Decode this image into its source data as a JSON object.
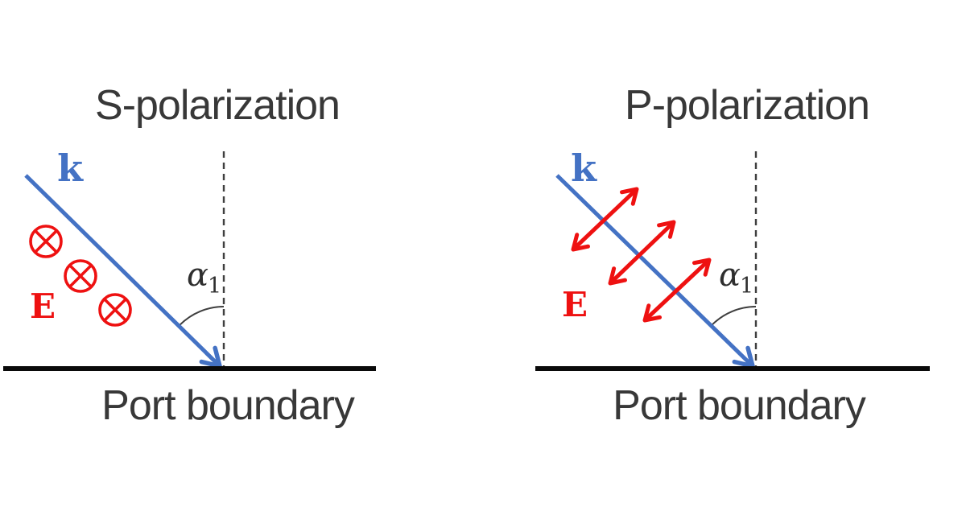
{
  "figure": {
    "background_color": "#ffffff",
    "colors": {
      "k_arrow_blue": "#4472c4",
      "e_field_red": "#ee1111",
      "title_text": "#383838",
      "guide_gray": "#3f3f3f",
      "boundary_black": "#0a0a0a"
    },
    "panels": [
      {
        "title": "S-polarization",
        "k_label": "k",
        "e_label": "E",
        "angle": {
          "symbol": "α",
          "subscript": "1"
        },
        "boundary_label": "Port boundary",
        "e_field_symbol": "circled-cross-into-page-icon",
        "e_field_symbol_count": 3
      },
      {
        "title": "P-polarization",
        "k_label": "k",
        "e_label": "E",
        "angle": {
          "symbol": "α",
          "subscript": "1"
        },
        "boundary_label": "Port boundary",
        "e_field_symbol": "double-headed-arrow-in-plane-icon",
        "e_field_symbol_count": 3
      }
    ]
  }
}
